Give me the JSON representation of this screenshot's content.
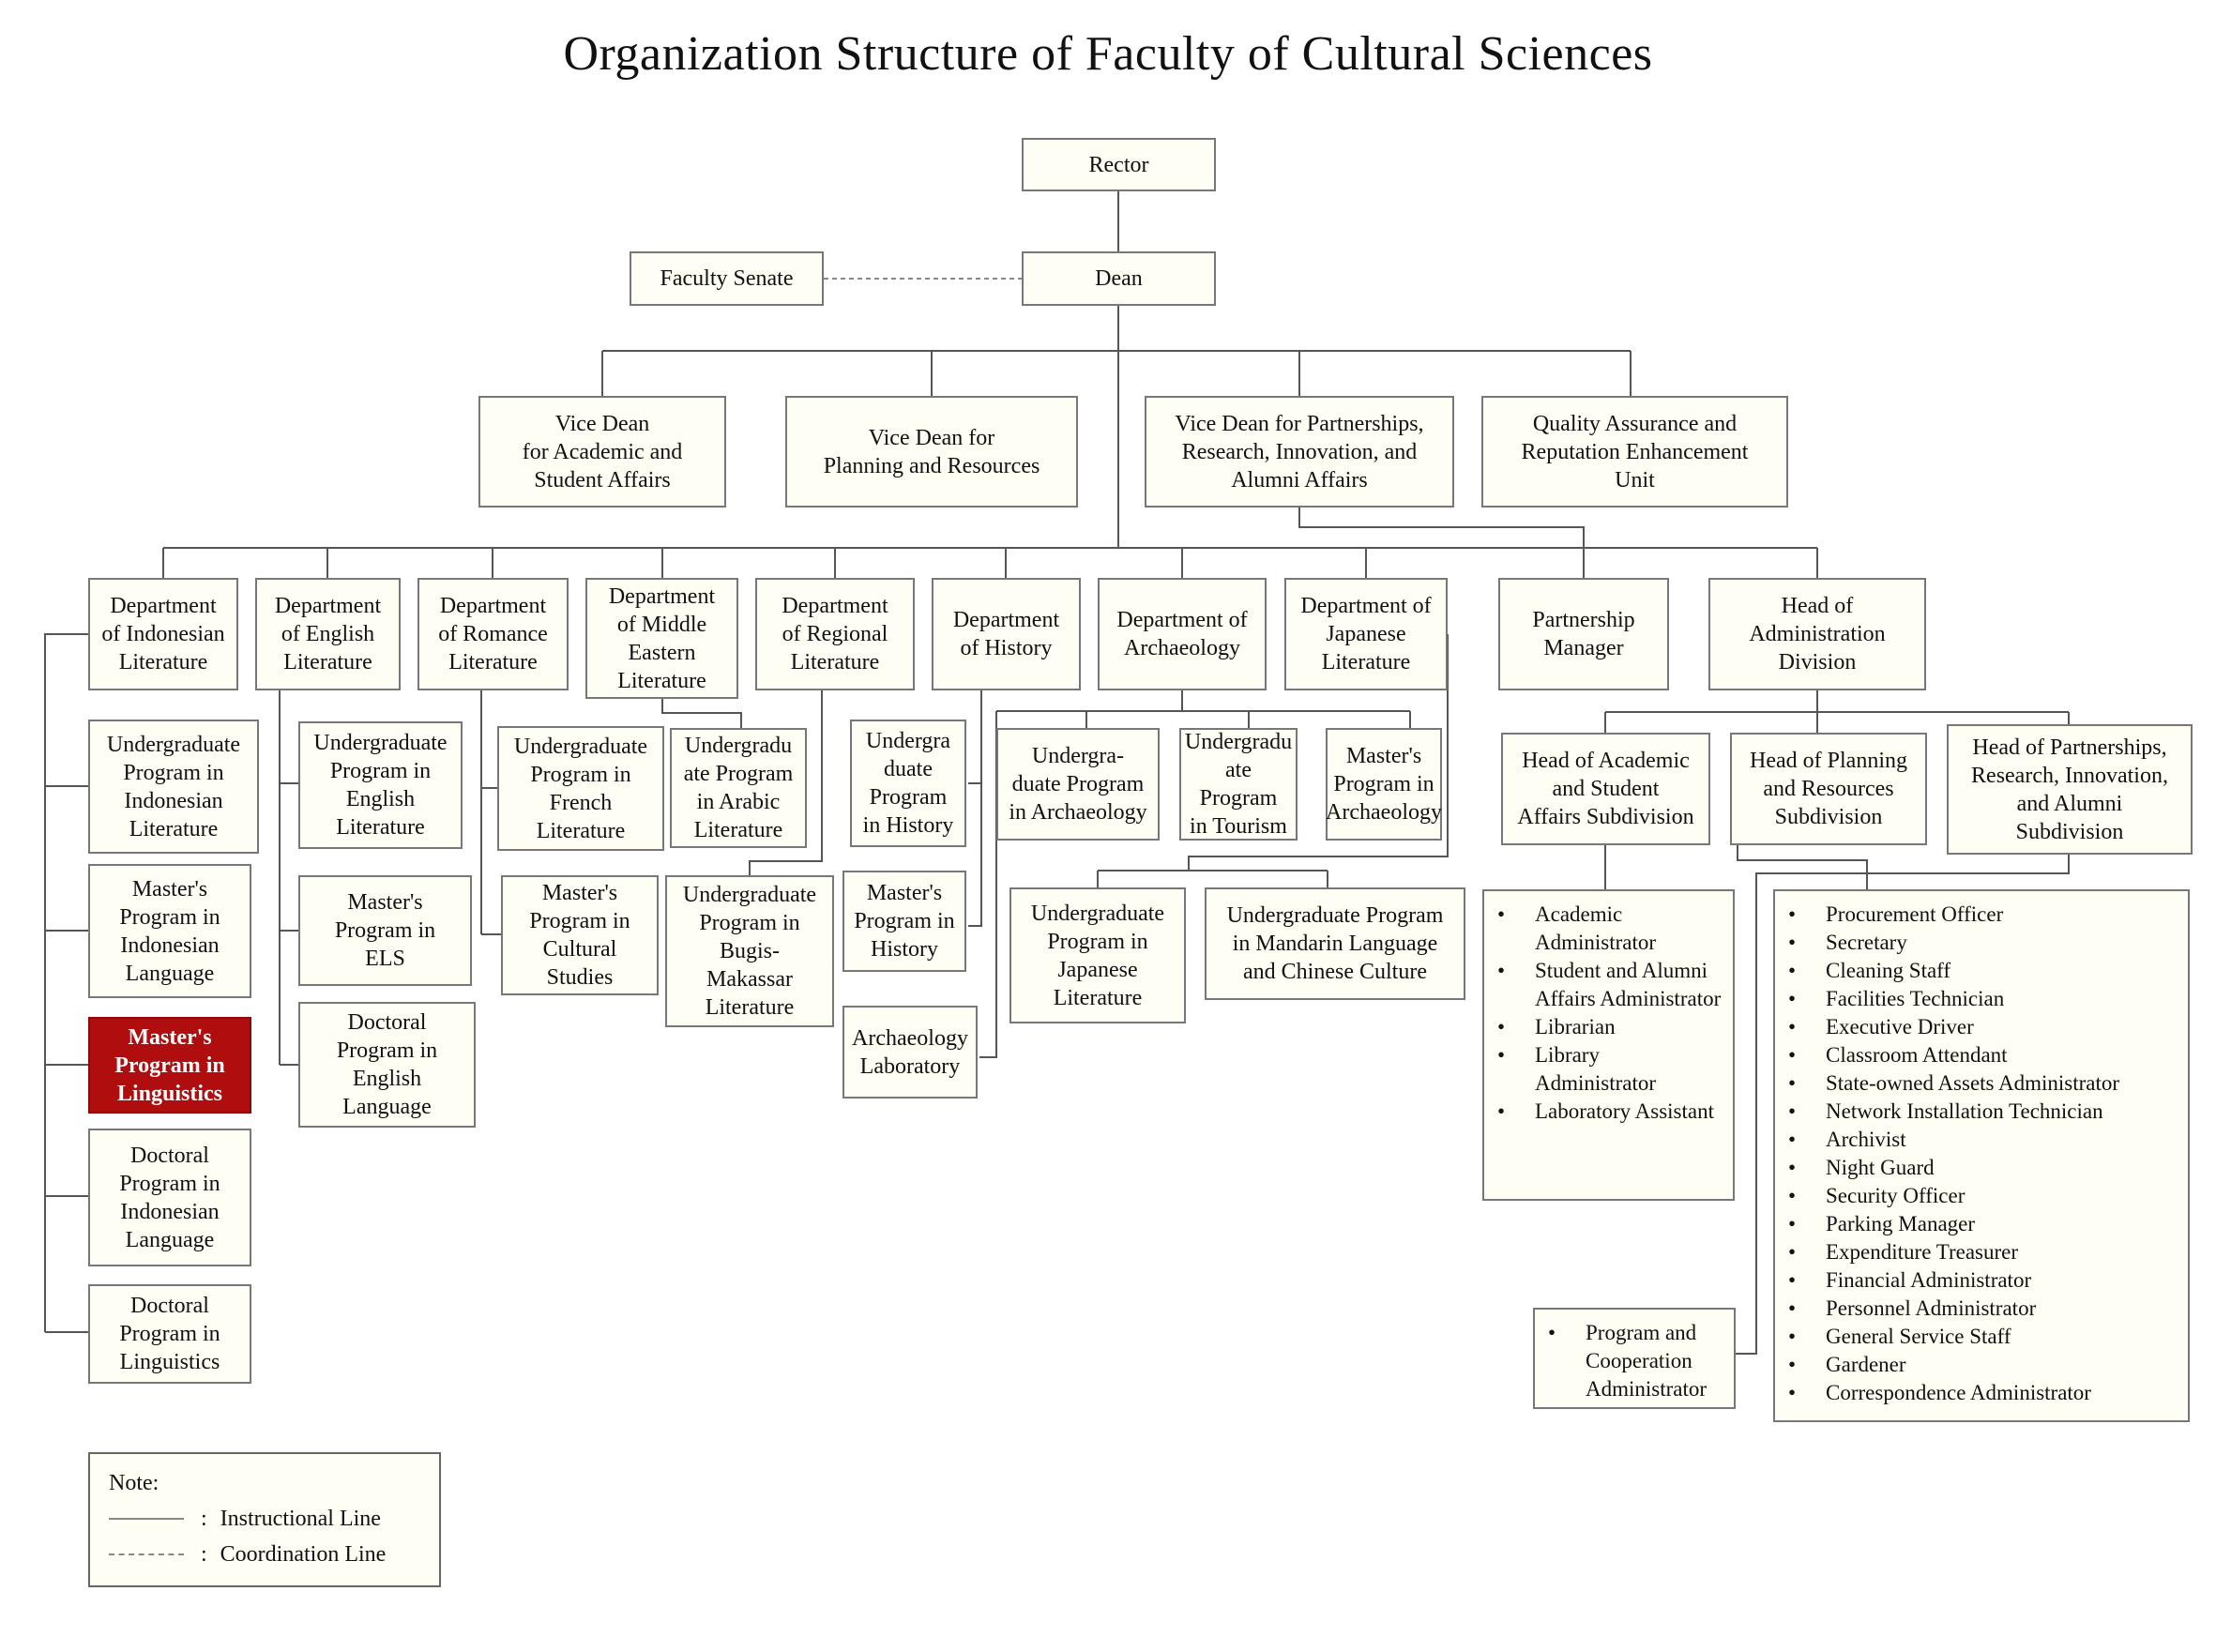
{
  "title": "Organization Structure of Faculty of Cultural Sciences",
  "colors": {
    "box_fill": "#fefef4",
    "box_border": "#777777",
    "highlight_fill": "#b00d0f",
    "highlight_text": "#ffffff",
    "line": "#555555"
  },
  "nodes": {
    "rector": "Rector",
    "dean": "Dean",
    "faculty_senate": "Faculty Senate",
    "vd_academic": "Vice Dean\nfor Academic and\nStudent Affairs",
    "vd_planning": "Vice Dean for\nPlanning and Resources",
    "vd_partnerships": "Vice Dean for Partnerships,\nResearch, Innovation, and\nAlumni Affairs",
    "qa_unit": "Quality Assurance and\nReputation Enhancement\nUnit",
    "dept_indonesian": "Department\nof Indonesian\nLiterature",
    "dept_english": "Department\nof English\nLiterature",
    "dept_romance": "Department\nof Romance\nLiterature",
    "dept_mideast": "Department\nof Middle\nEastern\nLiterature",
    "dept_regional": "Department\nof Regional\nLiterature",
    "dept_history": "Department\nof History",
    "dept_archaeology": "Department of\nArchaeology",
    "dept_japanese": "Department of\nJapanese\nLiterature",
    "partnership_manager": "Partnership\nManager",
    "head_admin": "Head of\nAdministration\nDivision",
    "ug_indonesian_lit": "Undergraduate\nProgram in\nIndonesian\nLiterature",
    "ma_indonesian_lang": "Master's\nProgram in\nIndonesian\nLanguage",
    "ma_linguistics": "Master's\nProgram in\nLinguistics",
    "phd_indonesian_lang": "Doctoral\nProgram in\nIndonesian\nLanguage",
    "phd_linguistics": "Doctoral\nProgram in\nLinguistics",
    "ug_english_lit": "Undergraduate\nProgram in\nEnglish\nLiterature",
    "ma_els": "Master's\nProgram in\nELS",
    "phd_english_lang": "Doctoral\nProgram in\nEnglish\nLanguage",
    "ug_french_lit": "Undergraduate\nProgram in\nFrench\nLiterature",
    "ma_cultural_studies": "Master's\nProgram in\nCultural\nStudies",
    "ug_arabic_lit": "Undergradu\nate Program\nin Arabic\nLiterature",
    "ug_bugis_makassar": "Undergraduate\nProgram in\nBugis-\nMakassar\nLiterature",
    "ug_history": "Undergra\nduate\nProgram\nin History",
    "ma_history": "Master's\nProgram in\nHistory",
    "archaeology_lab": "Archaeology\nLaboratory",
    "ug_archaeology": "Undergra-\nduate Program\nin Archaeology",
    "ug_tourism": "Undergradu\nate Program\nin Tourism",
    "ma_archaeology": "Master's\nProgram in\nArchaeology",
    "ug_japanese_lit": "Undergraduate\nProgram in\nJapanese\nLiterature",
    "ug_mandarin": "Undergraduate Program\nin Mandarin Language\nand Chinese Culture",
    "head_academic_sub": "Head of Academic\nand Student\nAffairs Subdivision",
    "head_planning_sub": "Head of Planning\nand Resources\nSubdivision",
    "head_partnerships_sub": "Head of Partnerships,\nResearch, Innovation,\nand Alumni\nSubdivision"
  },
  "highlighted_node": "ma_linguistics",
  "lists": {
    "academic_staff": [
      "Academic Administrator",
      "Student and Alumni Affairs Administrator",
      "Librarian",
      "Library Administrator",
      "Laboratory Assistant"
    ],
    "planning_staff": [
      "Procurement Officer",
      "Secretary",
      "Cleaning Staff",
      "Facilities Technician",
      "Executive Driver",
      "Classroom Attendant",
      "State-owned Assets Administrator",
      "Network Installation Technician",
      "Archivist",
      "Night Guard",
      "Security Officer",
      "Parking Manager",
      "Expenditure Treasurer",
      "Financial Administrator",
      "Personnel Administrator",
      "General Service Staff",
      "Gardener",
      "Correspondence Administrator"
    ],
    "partnership_staff": [
      "Program and Cooperation Administrator"
    ]
  },
  "legend": {
    "heading": "Note:",
    "instructional": "Instructional Line",
    "coordination": "Coordination Line",
    "separator": ":"
  }
}
